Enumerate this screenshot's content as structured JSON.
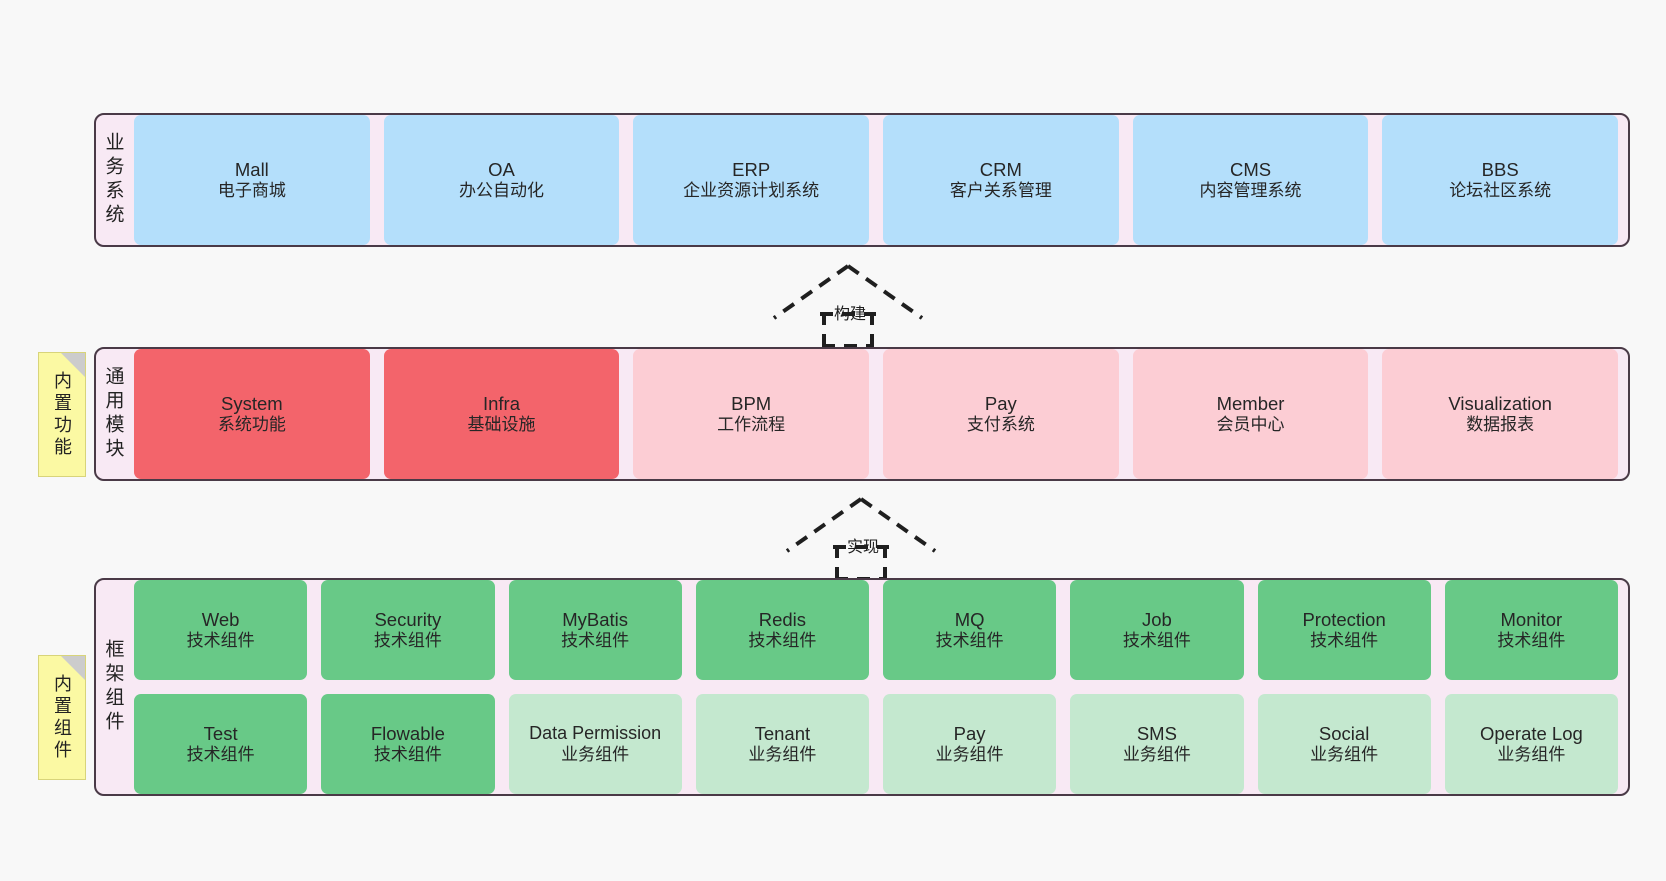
{
  "diagram": {
    "background_color": "#f8f8f8",
    "panel_fill": "#f8e9f4",
    "panel_border": "#4a3a47",
    "note_fill": "#fbf9a3"
  },
  "layers": [
    {
      "key": "business",
      "title": "业务系统",
      "rows": [
        {
          "cards": [
            {
              "en": "Mall",
              "cn": "电子商城",
              "color": "#b4dffb",
              "style": "c-blue"
            },
            {
              "en": "OA",
              "cn": "办公自动化",
              "color": "#b4dffb",
              "style": "c-blue"
            },
            {
              "en": "ERP",
              "cn": "企业资源计划系统",
              "color": "#b4dffb",
              "style": "c-blue"
            },
            {
              "en": "CRM",
              "cn": "客户关系管理",
              "color": "#b4dffb",
              "style": "c-blue"
            },
            {
              "en": "CMS",
              "cn": "内容管理系统",
              "color": "#b4dffb",
              "style": "c-blue"
            },
            {
              "en": "BBS",
              "cn": "论坛社区系统",
              "color": "#b4dffb",
              "style": "c-blue"
            }
          ]
        }
      ]
    },
    {
      "key": "common",
      "title": "通用模块",
      "note": "内置功能",
      "rows": [
        {
          "cards": [
            {
              "en": "System",
              "cn": "系统功能",
              "color": "#f3646b",
              "style": "c-red"
            },
            {
              "en": "Infra",
              "cn": "基础设施",
              "color": "#f3646b",
              "style": "c-red"
            },
            {
              "en": "BPM",
              "cn": "工作流程",
              "color": "#fccdd4",
              "style": "c-pink"
            },
            {
              "en": "Pay",
              "cn": "支付系统",
              "color": "#fccdd4",
              "style": "c-pink"
            },
            {
              "en": "Member",
              "cn": "会员中心",
              "color": "#fccdd4",
              "style": "c-pink"
            },
            {
              "en": "Visualization",
              "cn": "数据报表",
              "color": "#fccdd4",
              "style": "c-pink"
            }
          ]
        }
      ]
    },
    {
      "key": "framework",
      "title": "框架组件",
      "note": "内置组件",
      "rows": [
        {
          "cards": [
            {
              "en": "Web",
              "cn": "技术组件",
              "color": "#68c987",
              "style": "c-green"
            },
            {
              "en": "Security",
              "cn": "技术组件",
              "color": "#68c987",
              "style": "c-green"
            },
            {
              "en": "MyBatis",
              "cn": "技术组件",
              "color": "#68c987",
              "style": "c-green"
            },
            {
              "en": "Redis",
              "cn": "技术组件",
              "color": "#68c987",
              "style": "c-green"
            },
            {
              "en": "MQ",
              "cn": "技术组件",
              "color": "#68c987",
              "style": "c-green"
            },
            {
              "en": "Job",
              "cn": "技术组件",
              "color": "#68c987",
              "style": "c-green"
            },
            {
              "en": "Protection",
              "cn": "技术组件",
              "color": "#68c987",
              "style": "c-green"
            },
            {
              "en": "Monitor",
              "cn": "技术组件",
              "color": "#68c987",
              "style": "c-green"
            }
          ]
        },
        {
          "cards": [
            {
              "en": "Test",
              "cn": "技术组件",
              "color": "#68c987",
              "style": "c-green"
            },
            {
              "en": "Flowable",
              "cn": "技术组件",
              "color": "#68c987",
              "style": "c-green"
            },
            {
              "en": "Data Permission",
              "cn": "业务组件",
              "color": "#c4e8cf",
              "style": "c-lightgreen"
            },
            {
              "en": "Tenant",
              "cn": "业务组件",
              "color": "#c4e8cf",
              "style": "c-lightgreen"
            },
            {
              "en": "Pay",
              "cn": "业务组件",
              "color": "#c4e8cf",
              "style": "c-lightgreen"
            },
            {
              "en": "SMS",
              "cn": "业务组件",
              "color": "#c4e8cf",
              "style": "c-lightgreen"
            },
            {
              "en": "Social",
              "cn": "业务组件",
              "color": "#c4e8cf",
              "style": "c-lightgreen"
            },
            {
              "en": "Operate Log",
              "cn": "业务组件",
              "color": "#c4e8cf",
              "style": "c-lightgreen"
            }
          ]
        }
      ]
    }
  ],
  "connectors": [
    {
      "key": "build",
      "label": "构建",
      "from": "common",
      "to": "business"
    },
    {
      "key": "implement",
      "label": "实现",
      "from": "framework",
      "to": "common"
    }
  ]
}
